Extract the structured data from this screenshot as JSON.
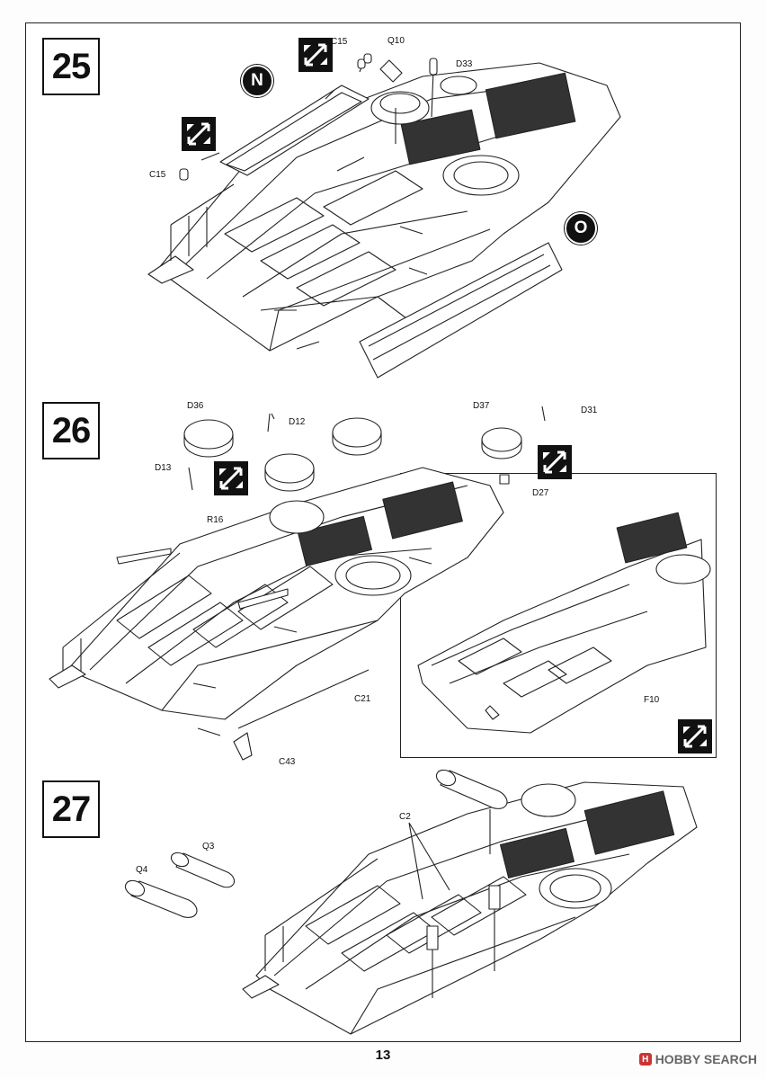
{
  "page_number": "13",
  "watermark": {
    "logo_glyph": "H",
    "text": "HOBBY SEARCH"
  },
  "steps": [
    {
      "number": "25",
      "markers": [
        "N",
        "O"
      ],
      "parts": [
        "C15",
        "Q10",
        "D33",
        "C15"
      ]
    },
    {
      "number": "26",
      "parts": [
        "D36",
        "D12",
        "D13",
        "R16",
        "C21",
        "C43",
        "D37",
        "D31",
        "D27",
        "F10"
      ]
    },
    {
      "number": "27",
      "parts": [
        "C2",
        "Q3",
        "Q4"
      ]
    }
  ]
}
